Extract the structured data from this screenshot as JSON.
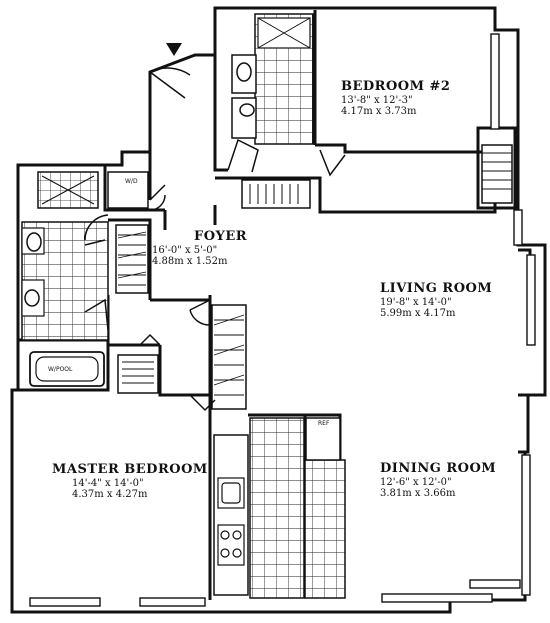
{
  "rooms": {
    "bedroom2": {
      "name": "BEDROOM #2",
      "dim_imperial": "13'-8\" x 12'-3\"",
      "dim_metric": "4.17m x 3.73m"
    },
    "foyer": {
      "name": "FOYER",
      "dim_imperial": "16'-0\" x 5'-0\"",
      "dim_metric": "4.88m x 1.52m"
    },
    "living": {
      "name": "LIVING ROOM",
      "dim_imperial": "19'-8\" x 14'-0\"",
      "dim_metric": "5.99m x 4.17m"
    },
    "master": {
      "name": "MASTER BEDROOM",
      "dim_imperial": "14'-4\" x 14'-0\"",
      "dim_metric": "4.37m x 4.27m"
    },
    "dining": {
      "name": "DINING ROOM",
      "dim_imperial": "12'-6\" x 12'-0\"",
      "dim_metric": "3.81m x 3.66m"
    }
  },
  "fixtures": {
    "washer_dryer": "W/D",
    "tub": "W/POOL",
    "refrigerator": "REF"
  }
}
